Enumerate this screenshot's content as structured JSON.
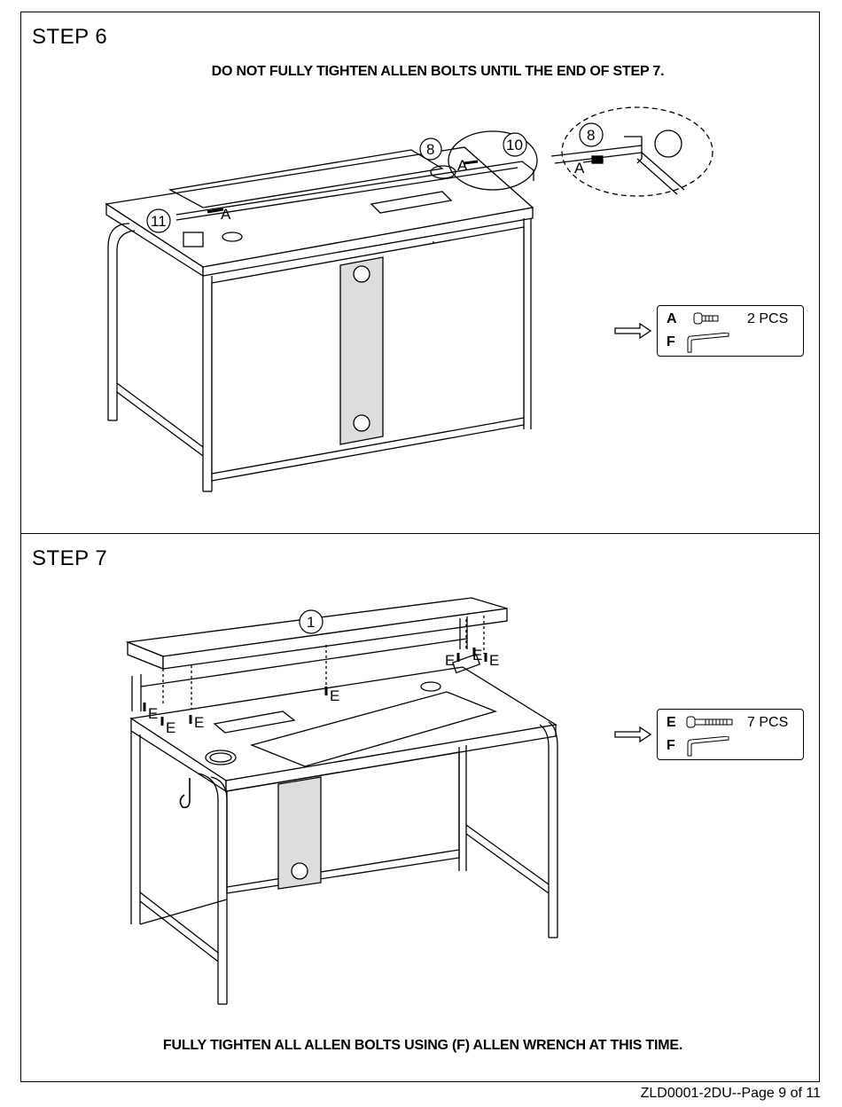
{
  "step6": {
    "title": "STEP 6",
    "note": "DO NOT FULLY TIGHTEN ALLEN BOLTS UNTIL THE END OF STEP 7.",
    "callouts": {
      "c8": "8",
      "c10": "10",
      "c11": "11",
      "detail8": "8",
      "a1": "A",
      "a2": "A",
      "a3": "A"
    },
    "hardware": {
      "a_letter": "A",
      "a_qty": "2 PCS",
      "f_letter": "F"
    }
  },
  "step7": {
    "title": "STEP 7",
    "note": "FULLY TIGHTEN ALL ALLEN BOLTS USING (F) ALLEN WRENCH AT THIS TIME.",
    "callouts": {
      "c1": "1",
      "e": "E"
    },
    "hardware": {
      "e_letter": "E",
      "e_qty": "7 PCS",
      "f_letter": "F"
    }
  },
  "footer": "ZLD0001-2DU--Page 9 of 11"
}
